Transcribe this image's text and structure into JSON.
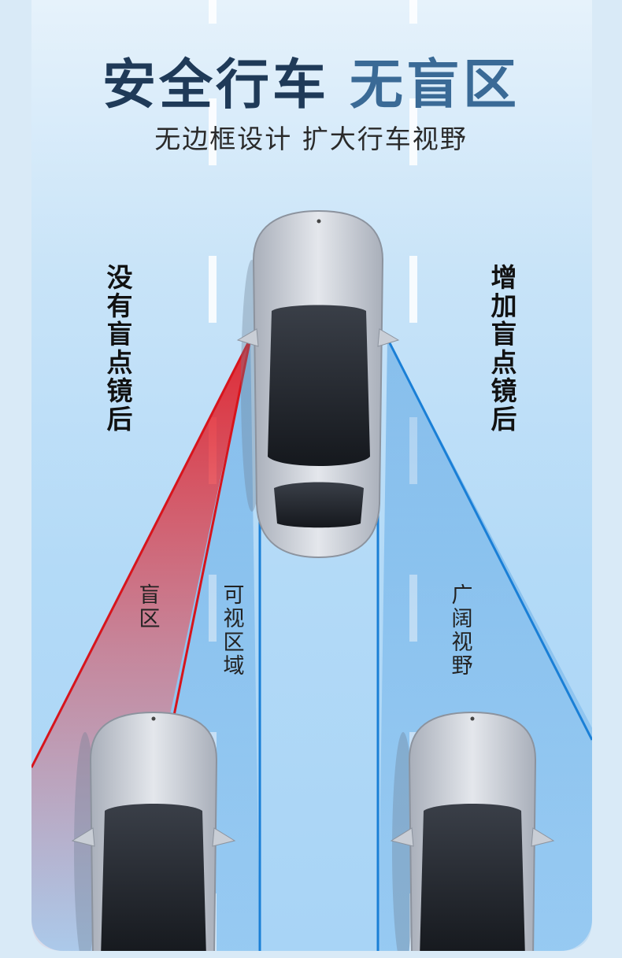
{
  "heading": {
    "part1": "安全行车",
    "part2": "无盲区",
    "subtitle": "无边框设计 扩大行车视野"
  },
  "left_label": "没有盲点镜后",
  "right_label": "增加盲点镜后",
  "zones": {
    "blind": "盲区",
    "visible": "可视区域",
    "wide": "广阔视野"
  },
  "colors": {
    "title_dark": "#1f3a58",
    "title_blue": "#3a6a96",
    "blind_red": "#e0202a",
    "view_blue": "#1a7fd6",
    "road_light": "#b3daf7"
  }
}
